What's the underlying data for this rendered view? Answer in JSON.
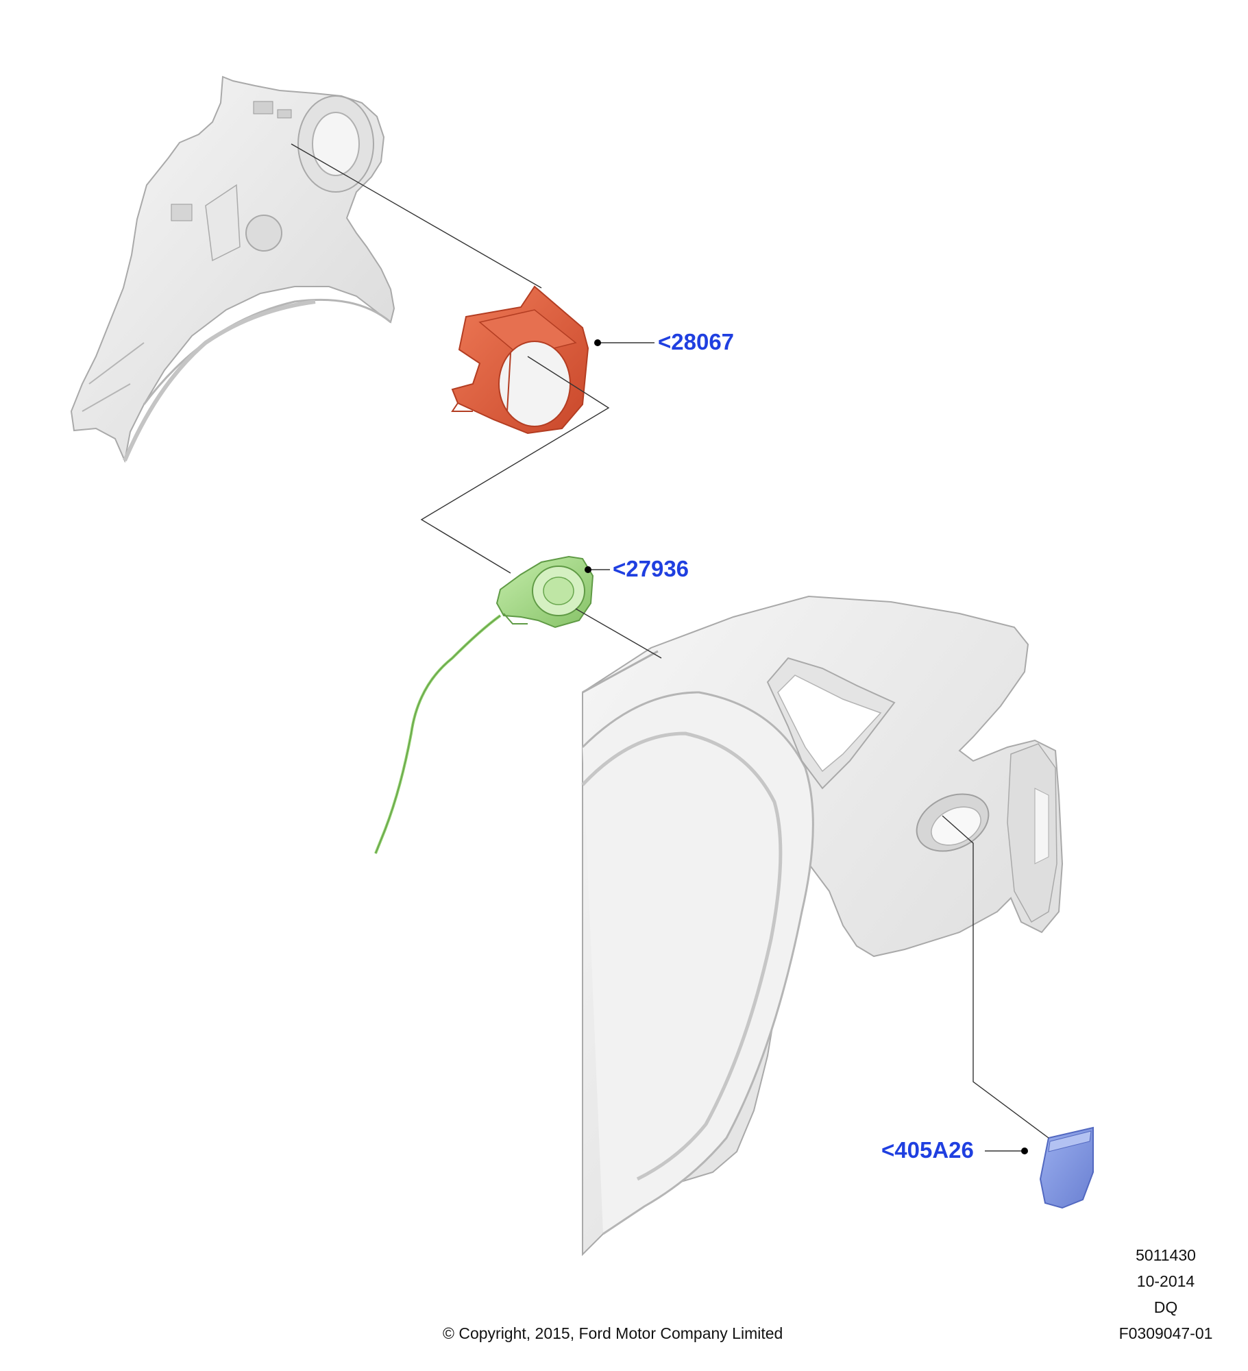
{
  "callouts": [
    {
      "id": "part-28067",
      "label": "<28067"
    },
    {
      "id": "part-27936",
      "label": "<27936"
    },
    {
      "id": "part-405A26",
      "label": "<405A26"
    }
  ],
  "footer": {
    "ref_number": "5011430",
    "date": "10-2014",
    "code": "DQ",
    "figure_id": "F0309047-01",
    "copyright": "© Copyright, 2015, Ford Motor Company Limited"
  },
  "colors": {
    "housing": "#e0613e",
    "fuel_door_actuator": "#a7d98a",
    "cover": "#7b92e0",
    "body_panel": "#ececec",
    "callout_text": "#1f3fe0"
  },
  "icons": {
    "leader_end": "dot"
  }
}
